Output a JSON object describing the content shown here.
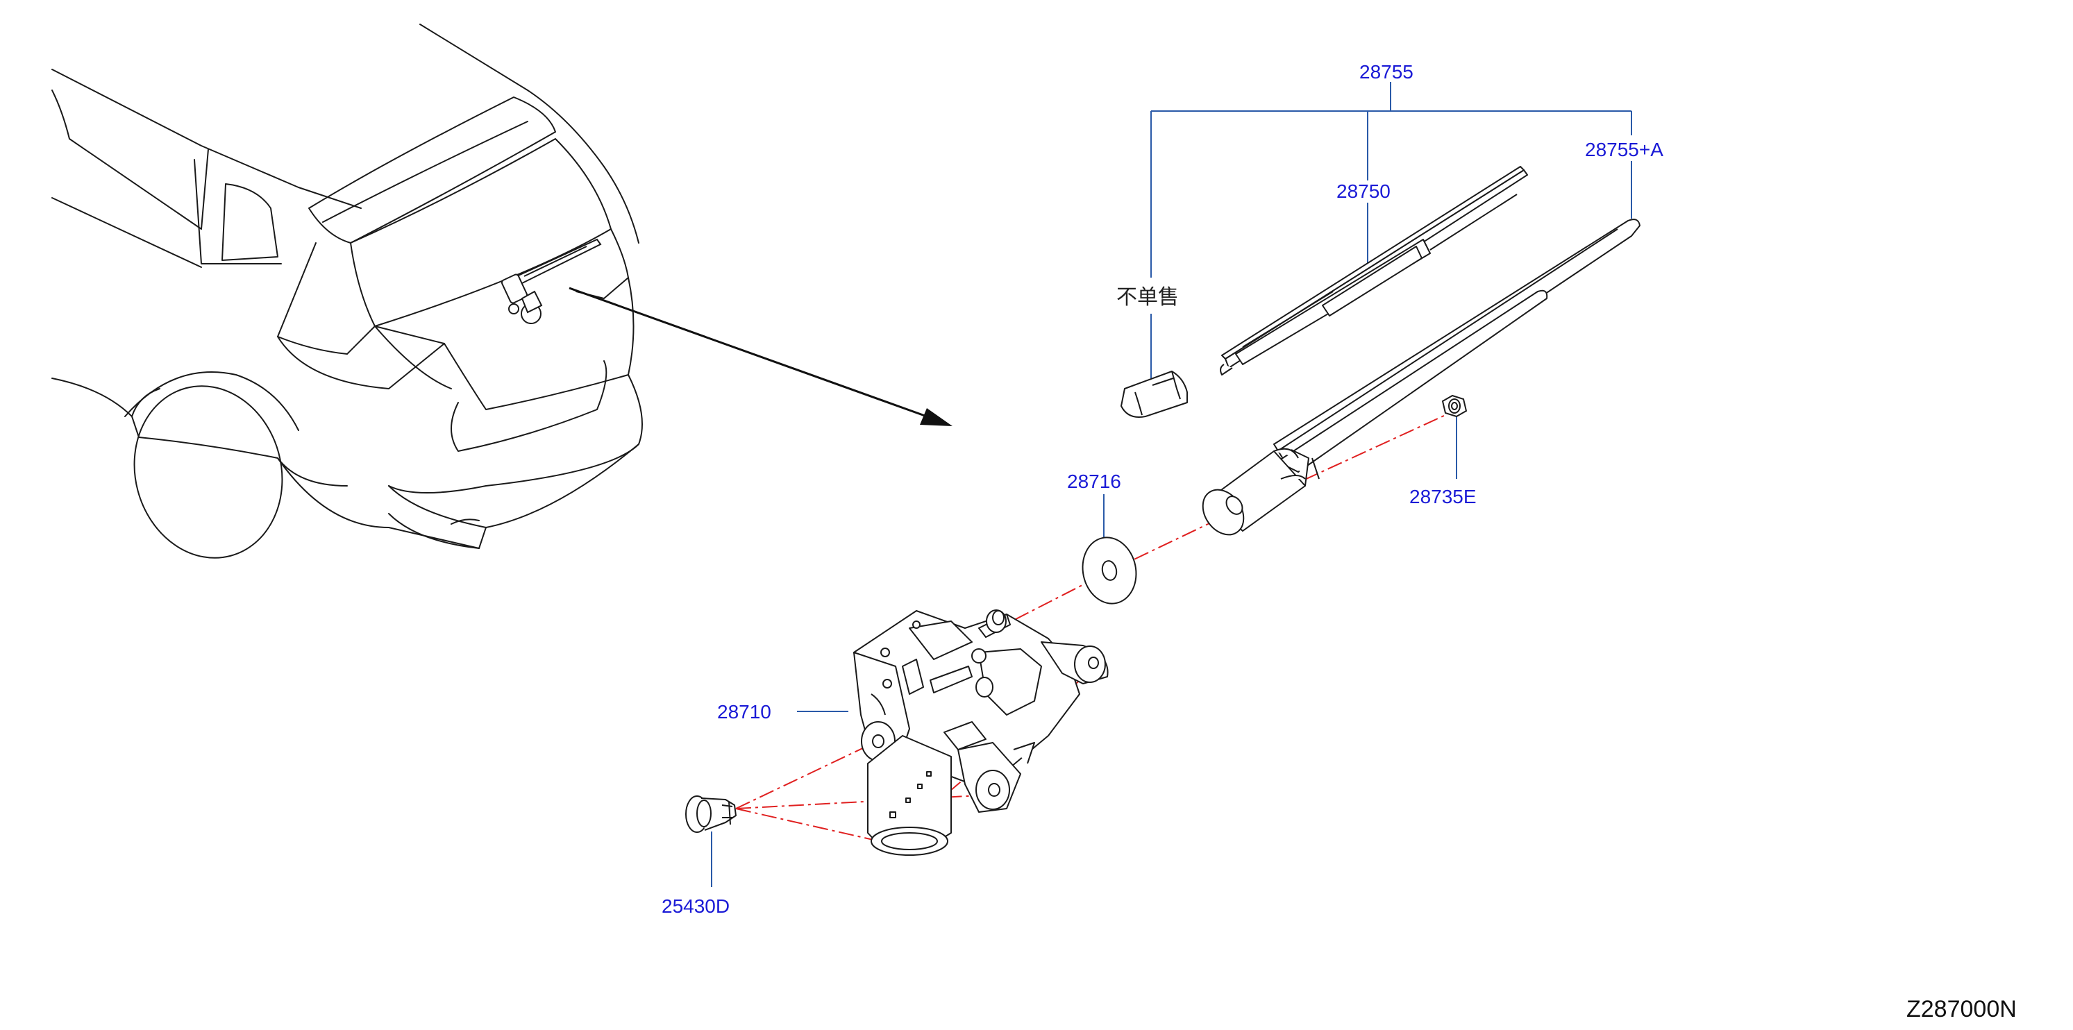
{
  "diagram": {
    "code": "Z287000N",
    "note": "不单售",
    "labels": {
      "assembly": "28755",
      "blade": "28750",
      "arm": "28755+A",
      "nut": "28735E",
      "washer": "28716",
      "motor": "28710",
      "bolt": "25430D"
    }
  },
  "colors": {
    "label": "#1a1ad6",
    "leader": "#2a5aa8",
    "centerline": "#e02020",
    "outline": "#1a1a1a"
  }
}
